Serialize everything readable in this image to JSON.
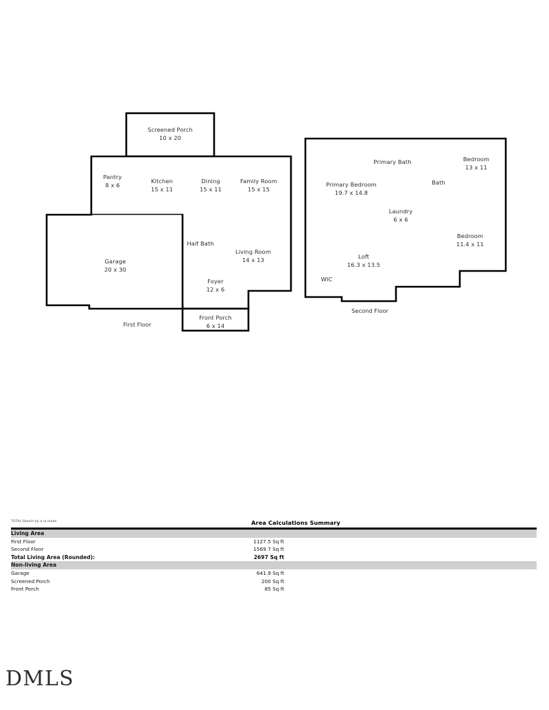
{
  "document": {
    "sketch_credit": "TOTAL Sketch by a la mode",
    "summary_title": "Area Calculations Summary",
    "logo": "DMLS"
  },
  "first_floor": {
    "caption": "First Floor",
    "rooms": [
      {
        "name": "Screened Porch",
        "dim": "10 x 20"
      },
      {
        "name": "Pantry",
        "dim": "8 x 6"
      },
      {
        "name": "Kitchen",
        "dim": "15 x 11"
      },
      {
        "name": "Dining",
        "dim": "15 x 11"
      },
      {
        "name": "Family Room",
        "dim": "15 x 15"
      },
      {
        "name": "Garage",
        "dim": "20 x 30"
      },
      {
        "name": "Half Bath",
        "dim": ""
      },
      {
        "name": "Living Room",
        "dim": "14 x 13"
      },
      {
        "name": "Foyer",
        "dim": "12 x 6"
      },
      {
        "name": "Front Porch",
        "dim": "6 x 14"
      }
    ]
  },
  "second_floor": {
    "caption": "Second Floor",
    "rooms": [
      {
        "name": "Primary Bath",
        "dim": ""
      },
      {
        "name": "Bedroom",
        "dim": "13 x 11"
      },
      {
        "name": "Primary Bedroom",
        "dim": "19.7 x 14.8"
      },
      {
        "name": "Bath",
        "dim": ""
      },
      {
        "name": "Laundry",
        "dim": "6 x 6"
      },
      {
        "name": "Bedroom",
        "dim": "11.4 x 11"
      },
      {
        "name": "Loft",
        "dim": "16.3 x 13.5"
      },
      {
        "name": "WIC",
        "dim": ""
      }
    ]
  },
  "area_summary": {
    "rows": [
      {
        "type": "section",
        "label": "Living Area",
        "value": ""
      },
      {
        "type": "item",
        "label": "First Floor",
        "value": "1127.5 Sq ft"
      },
      {
        "type": "item",
        "label": "Second Floor",
        "value": "1569.7 Sq ft"
      },
      {
        "type": "total",
        "label": "Total Living Area (Rounded):",
        "value": "2697 Sq ft"
      },
      {
        "type": "section",
        "label": "Non-living Area",
        "value": ""
      },
      {
        "type": "item",
        "label": "Garage",
        "value": "641.9 Sq ft"
      },
      {
        "type": "item",
        "label": "Screened Porch",
        "value": "200 Sq ft"
      },
      {
        "type": "item",
        "label": "Front Porch",
        "value": "85 Sq ft"
      }
    ]
  }
}
